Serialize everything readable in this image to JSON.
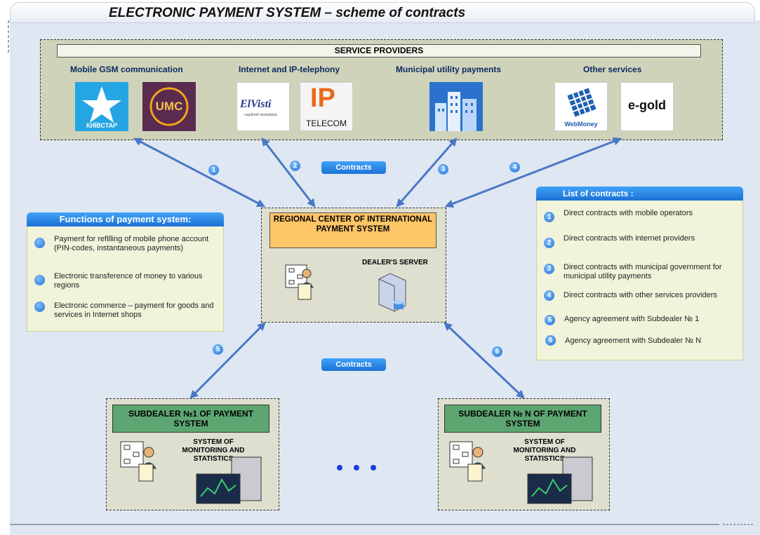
{
  "title": "ELECTRONIC PAYMENT SYSTEM – scheme of contracts",
  "providers": {
    "header": "SERVICE PROVIDERS",
    "categories": [
      "Mobile GSM communication",
      "Internet and IP-telephony",
      "Municipal utility payments",
      "Other services"
    ],
    "logos": {
      "kyivstar": "КИЇВСТАР",
      "umc": "UMC",
      "elvisti": "ElVisti",
      "elvisti_sub": "надійний провайдер",
      "ip": "IP",
      "telecom": "TELECOM",
      "webmoney": "WebMoney",
      "egold": "e-gold"
    }
  },
  "contracts_label": "Contracts",
  "center": {
    "title": "REGIONAL CENTER OF INTERNATIONAL PAYMENT SYSTEM",
    "server": "DEALER'S SERVER"
  },
  "functions": {
    "header": "Functions of payment system:",
    "items": [
      "Payment for refilling of mobile phone account (PIN-codes, instantaneous payments)",
      "Electronic transference of money to various regions",
      "Electronic commerce – payment for goods and services in Internet shops"
    ]
  },
  "contracts_list": {
    "header": "List of contracts :",
    "items": [
      {
        "num": "1",
        "text": "Direct contracts with mobile operators"
      },
      {
        "num": "2",
        "text": "Direct contracts with internet providers"
      },
      {
        "num": "3",
        "text": "Direct contracts with municipal government for municipal utility payments"
      },
      {
        "num": "4",
        "text": "Direct contracts with other services providers"
      },
      {
        "num": "5",
        "text": "Agency agreement with Subdealer № 1"
      },
      {
        "num": "6",
        "text": "Agency agreement with Subdealer № N"
      }
    ]
  },
  "subdealer1": {
    "title": "SUBDEALER №1 OF PAYMENT SYSTEM",
    "monitoring": "SYSTEM OF MONITORING AND STATISTICS"
  },
  "subdealerN": {
    "title": "SUBDEALER № N OF PAYMENT SYSTEM",
    "monitoring": "SYSTEM OF MONITORING AND STATISTICS"
  },
  "arrow_numbers": [
    "1",
    "2",
    "3",
    "4",
    "5",
    "6"
  ],
  "colors": {
    "background": "#dfe7f3",
    "providers_fill": "#cfd3b9",
    "center_title": "#fec567",
    "subdealer_title": "#5da672",
    "accent_blue": "#1b72d4",
    "arrow": "#4a77c6"
  }
}
